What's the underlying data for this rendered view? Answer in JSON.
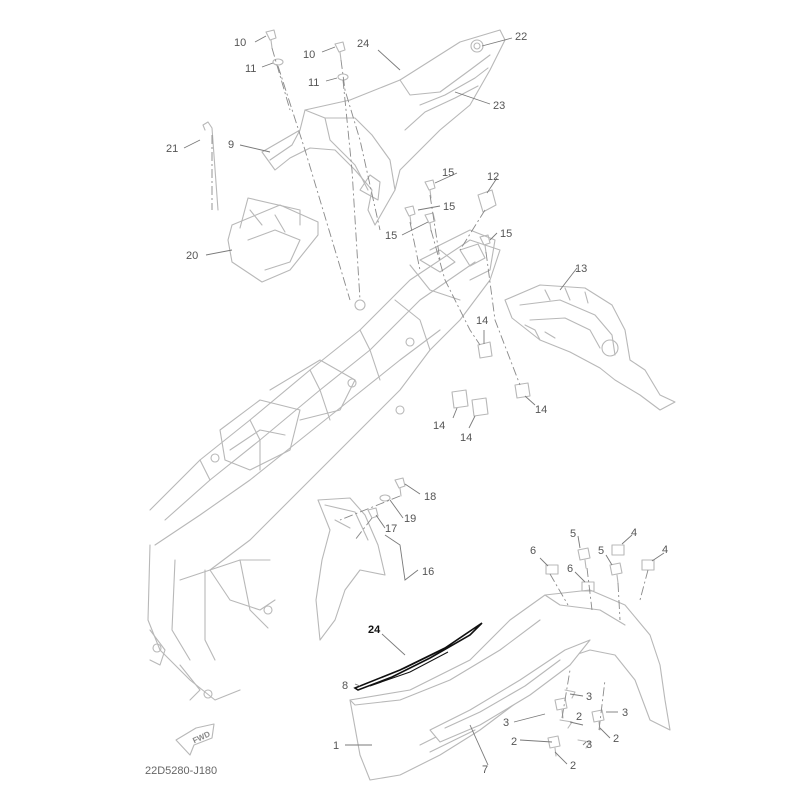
{
  "diagram": {
    "code": "22D5280-J180",
    "fwd_label": "FWD",
    "colors": {
      "parts": "#b8b8b8",
      "labels": "#555555",
      "highlight": "#111111",
      "background": "#ffffff"
    },
    "part_numbers": {
      "p1": "1",
      "p2": "2",
      "p3": "3",
      "p4": "4",
      "p5": "5",
      "p6": "6",
      "p7": "7",
      "p8": "8",
      "p9": "9",
      "p10": "10",
      "p11": "11",
      "p12": "12",
      "p13": "13",
      "p14": "14",
      "p15": "15",
      "p16": "16",
      "p17": "17",
      "p18": "18",
      "p19": "19",
      "p20": "20",
      "p21": "21",
      "p22": "22",
      "p23": "23",
      "p24": "24"
    },
    "highlighted_part": "24"
  }
}
